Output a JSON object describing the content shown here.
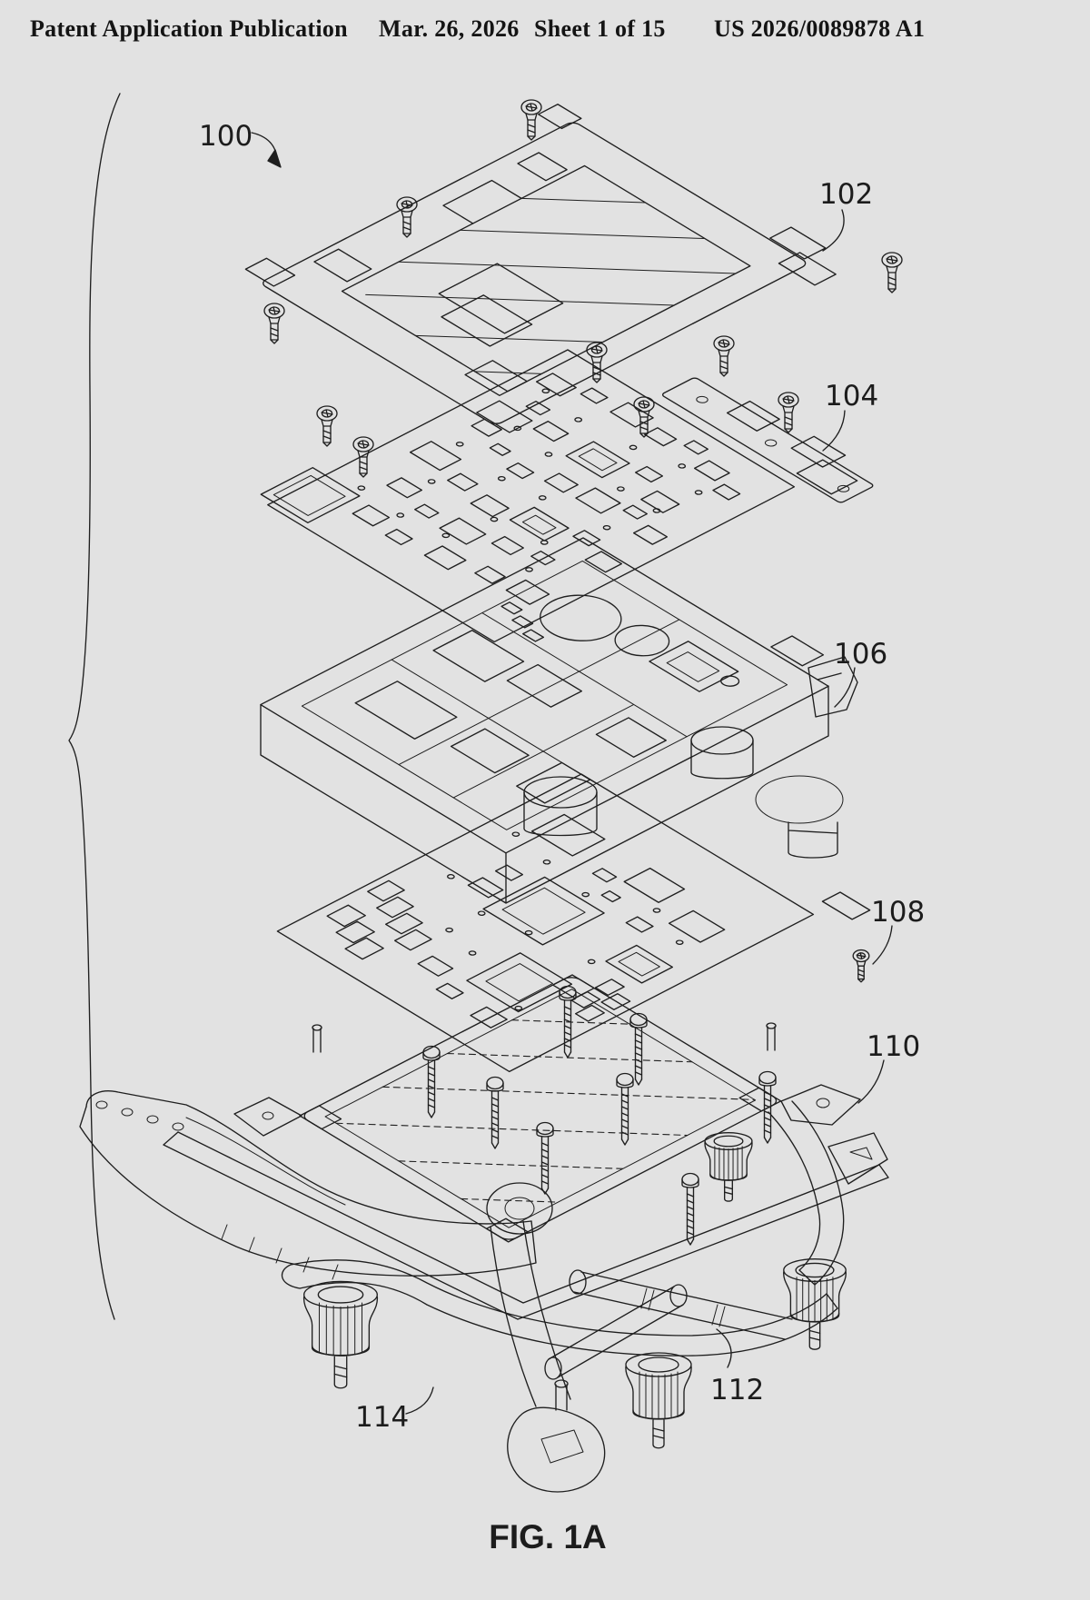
{
  "header": {
    "publication": "Patent Application Publication",
    "date": "Mar. 26, 2026",
    "sheet": "Sheet 1 of 15",
    "doc_number": "US 2026/0089878 A1"
  },
  "figure": {
    "caption": "FIG. 1A",
    "labels": {
      "l100": "100",
      "l102": "102",
      "l104": "104",
      "l106": "106",
      "l108": "108",
      "l110": "110",
      "l112": "112",
      "l114": "114"
    }
  },
  "colors": {
    "page_background": "#e2e2e2",
    "ink": "#1f1f1f"
  }
}
